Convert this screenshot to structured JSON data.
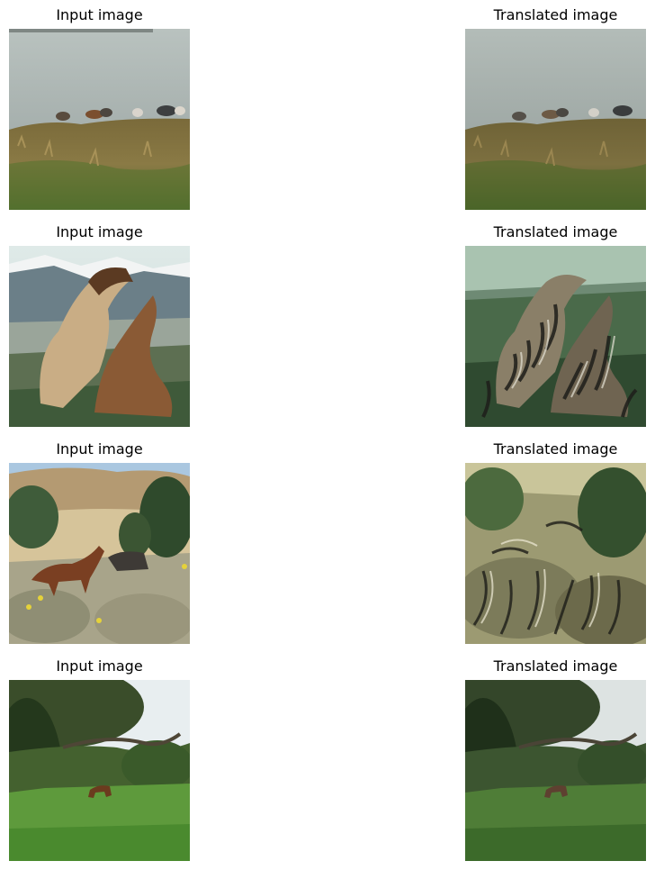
{
  "figure": {
    "rows": [
      {
        "input_title": "Input image",
        "output_title": "Translated image"
      },
      {
        "input_title": "Input image",
        "output_title": "Translated image"
      },
      {
        "input_title": "Input image",
        "output_title": "Translated image"
      },
      {
        "input_title": "Input image",
        "output_title": "Translated image"
      }
    ]
  }
}
